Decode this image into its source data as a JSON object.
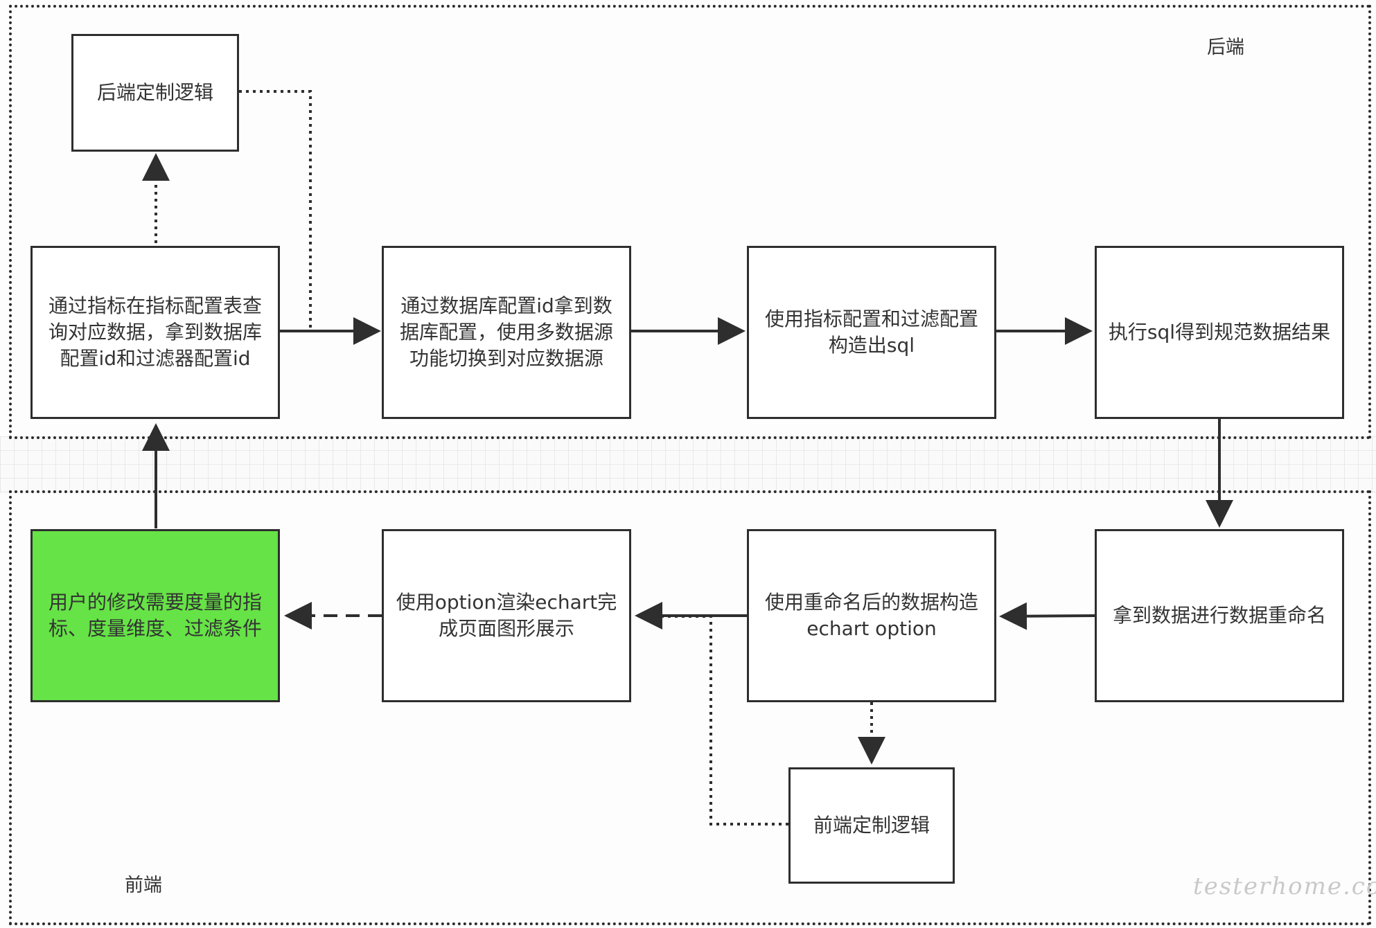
{
  "regions": {
    "backend": {
      "label": "后端"
    },
    "frontend": {
      "label": "前端"
    }
  },
  "nodes": {
    "backend_custom": {
      "text": "后端定制逻辑"
    },
    "query_metric": {
      "text": "通过指标在指标配置表查询对应数据，拿到数据库配置id和过滤器配置id"
    },
    "switch_datasource": {
      "text": "通过数据库配置id拿到数据库配置，使用多数据源功能切换到对应数据源"
    },
    "build_sql": {
      "text": "使用指标配置和过滤配置构造出sql"
    },
    "exec_sql": {
      "text": "执行sql得到规范数据结果"
    },
    "user_modify": {
      "text": "用户的修改需要度量的指标、度量维度、过滤条件"
    },
    "render_echart": {
      "text": "使用option渲染echart完成页面图形展示"
    },
    "build_option": {
      "text": "使用重命名后的数据构造echart option"
    },
    "rename_data": {
      "text": "拿到数据进行数据重命名"
    },
    "frontend_custom": {
      "text": "前端定制逻辑"
    }
  },
  "colors": {
    "highlight": "#66e346",
    "stroke": "#2e2e2e"
  },
  "watermark": "testerhome.com"
}
